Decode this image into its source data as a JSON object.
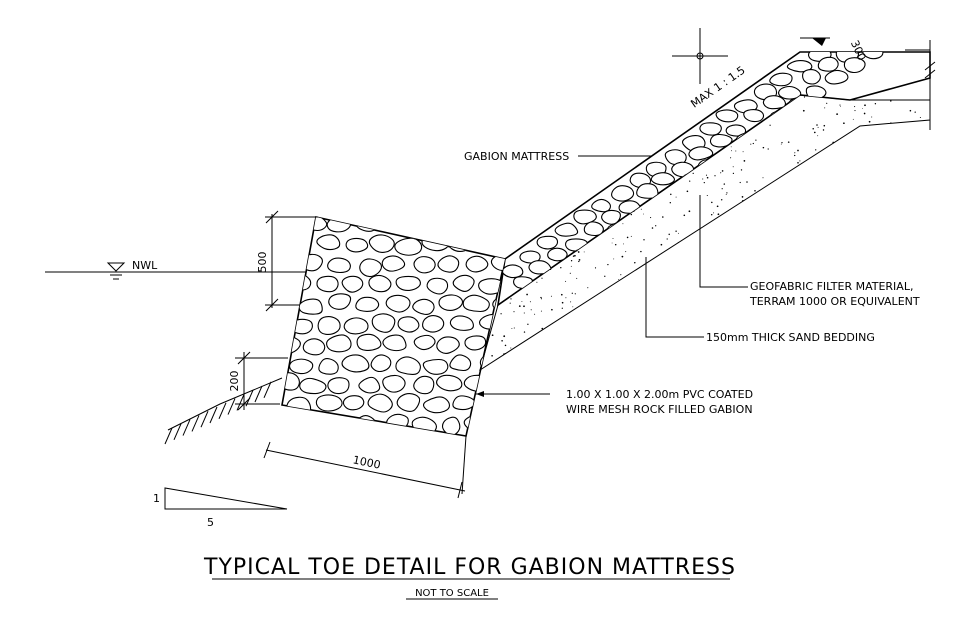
{
  "labels": {
    "nwl": "NWL",
    "slope": "MAX 1 : 1.5",
    "gabion_mattress": "GABION MATTRESS",
    "geofabric_1": "GEOFABRIC FILTER MATERIAL,",
    "geofabric_2": "TERRAM 1000 OR EQUIVALENT",
    "sand_bedding": "150mm THICK SAND BEDDING",
    "gabion_1": "1.00 X 1.00 X 2.00m PVC COATED",
    "gabion_2": "WIRE MESH ROCK FILLED GABION"
  },
  "dimensions": {
    "height_500": "500",
    "depth_200": "200",
    "width_1000": "1000",
    "thickness_300": "300"
  },
  "scale_triangle": {
    "rise": "1",
    "run": "5"
  },
  "title": {
    "main": "TYPICAL TOE DETAIL FOR GABION MATTRESS",
    "sub": "NOT TO SCALE"
  }
}
